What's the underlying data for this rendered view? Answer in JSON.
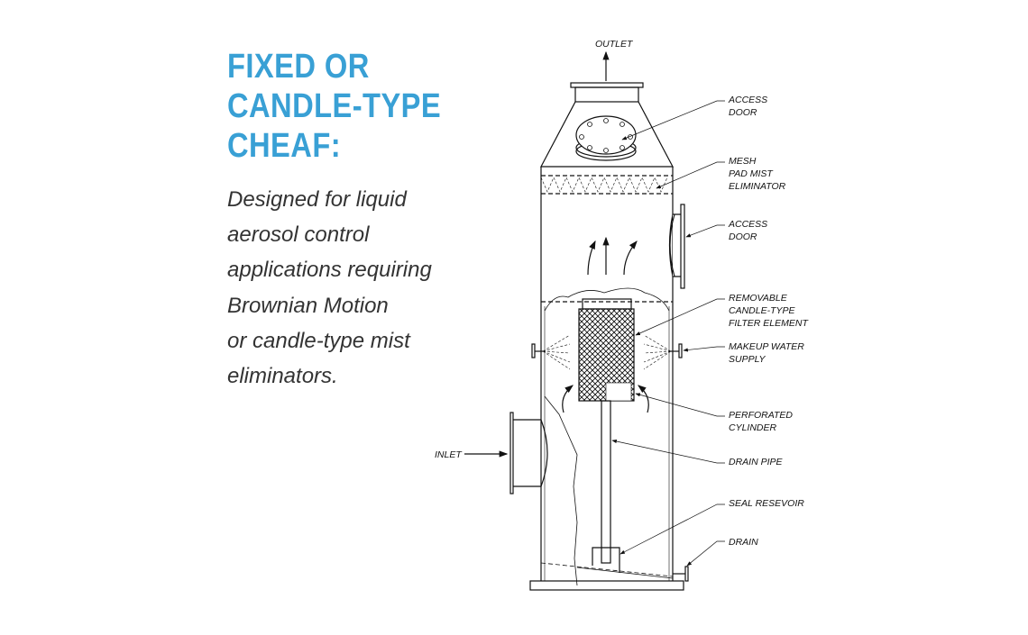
{
  "heading": {
    "lines": [
      "FIXED OR",
      "CANDLE-TYPE",
      "CHEAF:"
    ]
  },
  "description": {
    "lines": [
      "Designed for liquid",
      "aerosol control",
      "applications requiring",
      "Brownian Motion",
      "or candle-type mist",
      "eliminators."
    ]
  },
  "colors": {
    "accent": "#39a0d5",
    "text": "#333333"
  },
  "diagram": {
    "outlet": "OUTLET",
    "inlet": "INLET",
    "access_door_top": [
      "ACCESS",
      "DOOR"
    ],
    "mesh_pad": [
      "MESH",
      "PAD MIST",
      "ELIMINATOR"
    ],
    "access_door_side": [
      "ACCESS",
      "DOOR"
    ],
    "filter_element": [
      "REMOVABLE",
      "CANDLE-TYPE",
      "FILTER ELEMENT"
    ],
    "makeup_water": [
      "MAKEUP WATER",
      "SUPPLY"
    ],
    "perforated": [
      "PERFORATED",
      "CYLINDER"
    ],
    "drain_pipe": "DRAIN PIPE",
    "seal_reservoir": "SEAL RESEVOIR",
    "drain": "DRAIN"
  }
}
